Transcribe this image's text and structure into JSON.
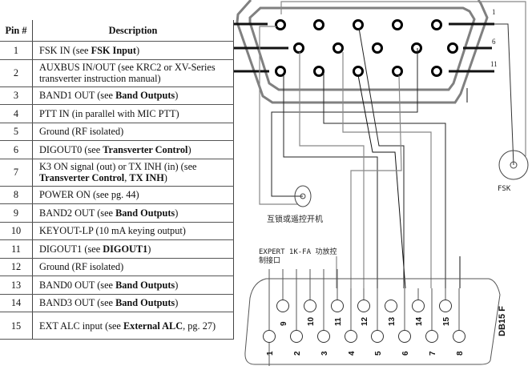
{
  "table": {
    "headers": {
      "pin": "Pin #",
      "description": "Description"
    },
    "rows": [
      {
        "pin": "1",
        "parts": [
          {
            "t": "FSK IN (see "
          },
          {
            "t": "FSK Input",
            "b": true
          },
          {
            "t": ")"
          }
        ],
        "lines": 1
      },
      {
        "pin": "2",
        "parts": [
          {
            "t": "AUXBUS IN/OUT (see KRC2 or XV-Series transverter instruction manual)"
          }
        ],
        "lines": 2
      },
      {
        "pin": "3",
        "parts": [
          {
            "t": "BAND1 OUT (see "
          },
          {
            "t": "Band Outputs",
            "b": true
          },
          {
            "t": ")"
          }
        ],
        "lines": 1
      },
      {
        "pin": "4",
        "parts": [
          {
            "t": "PTT IN (in parallel with MIC PTT)"
          }
        ],
        "lines": 1
      },
      {
        "pin": "5",
        "parts": [
          {
            "t": "Ground (RF isolated)"
          }
        ],
        "lines": 1
      },
      {
        "pin": "6",
        "parts": [
          {
            "t": "DIGOUT0 (see "
          },
          {
            "t": "Transverter Control",
            "b": true
          },
          {
            "t": ")"
          }
        ],
        "lines": 1
      },
      {
        "pin": "7",
        "parts": [
          {
            "t": "K3 ON signal (out) or TX INH (in) (see "
          },
          {
            "t": "Transverter Control",
            "b": true
          },
          {
            "t": ", "
          },
          {
            "t": "TX INH",
            "b": true
          },
          {
            "t": ")"
          }
        ],
        "lines": 2
      },
      {
        "pin": "8",
        "parts": [
          {
            "t": "POWER ON (see pg. 44)"
          }
        ],
        "lines": 1
      },
      {
        "pin": "9",
        "parts": [
          {
            "t": "BAND2 OUT (see "
          },
          {
            "t": "Band Outputs",
            "b": true
          },
          {
            "t": ")"
          }
        ],
        "lines": 1
      },
      {
        "pin": "10",
        "parts": [
          {
            "t": "KEYOUT-LP (10 mA keying output)"
          }
        ],
        "lines": 1
      },
      {
        "pin": "11",
        "parts": [
          {
            "t": "DIGOUT1 (see "
          },
          {
            "t": "DIGOUT1",
            "b": true
          },
          {
            "t": ")"
          }
        ],
        "lines": 1
      },
      {
        "pin": "12",
        "parts": [
          {
            "t": "Ground (RF isolated)"
          }
        ],
        "lines": 1
      },
      {
        "pin": "13",
        "parts": [
          {
            "t": "BAND0 OUT (see "
          },
          {
            "t": "Band Outputs",
            "b": true
          },
          {
            "t": ")"
          }
        ],
        "lines": 1
      },
      {
        "pin": "14",
        "parts": [
          {
            "t": "BAND3 OUT (see "
          },
          {
            "t": "Band Outputs",
            "b": true
          },
          {
            "t": ")"
          }
        ],
        "lines": 1
      },
      {
        "pin": "15",
        "parts": [
          {
            "t": "EXT ALC input (see "
          },
          {
            "t": "External ALC",
            "b": true
          },
          {
            "t": ", pg. 27)"
          }
        ],
        "lines": 2
      }
    ]
  },
  "diagram": {
    "hd15_row_labels": [
      "1",
      "6",
      "11"
    ],
    "fsk_jack_label": "FSK",
    "interlock_jack_label": "互锁或遥控开机",
    "amp_connector_caption_line1": "EXPERT 1K-FA 功放控",
    "amp_connector_caption_line2": "制接口",
    "db15_label": "DB15 F",
    "db15_top_row_pins": [
      "9",
      "10",
      "11",
      "12",
      "13",
      "14",
      "15"
    ],
    "db15_bottom_row_pins": [
      "1",
      "2",
      "3",
      "4",
      "5",
      "6",
      "7",
      "8"
    ]
  }
}
